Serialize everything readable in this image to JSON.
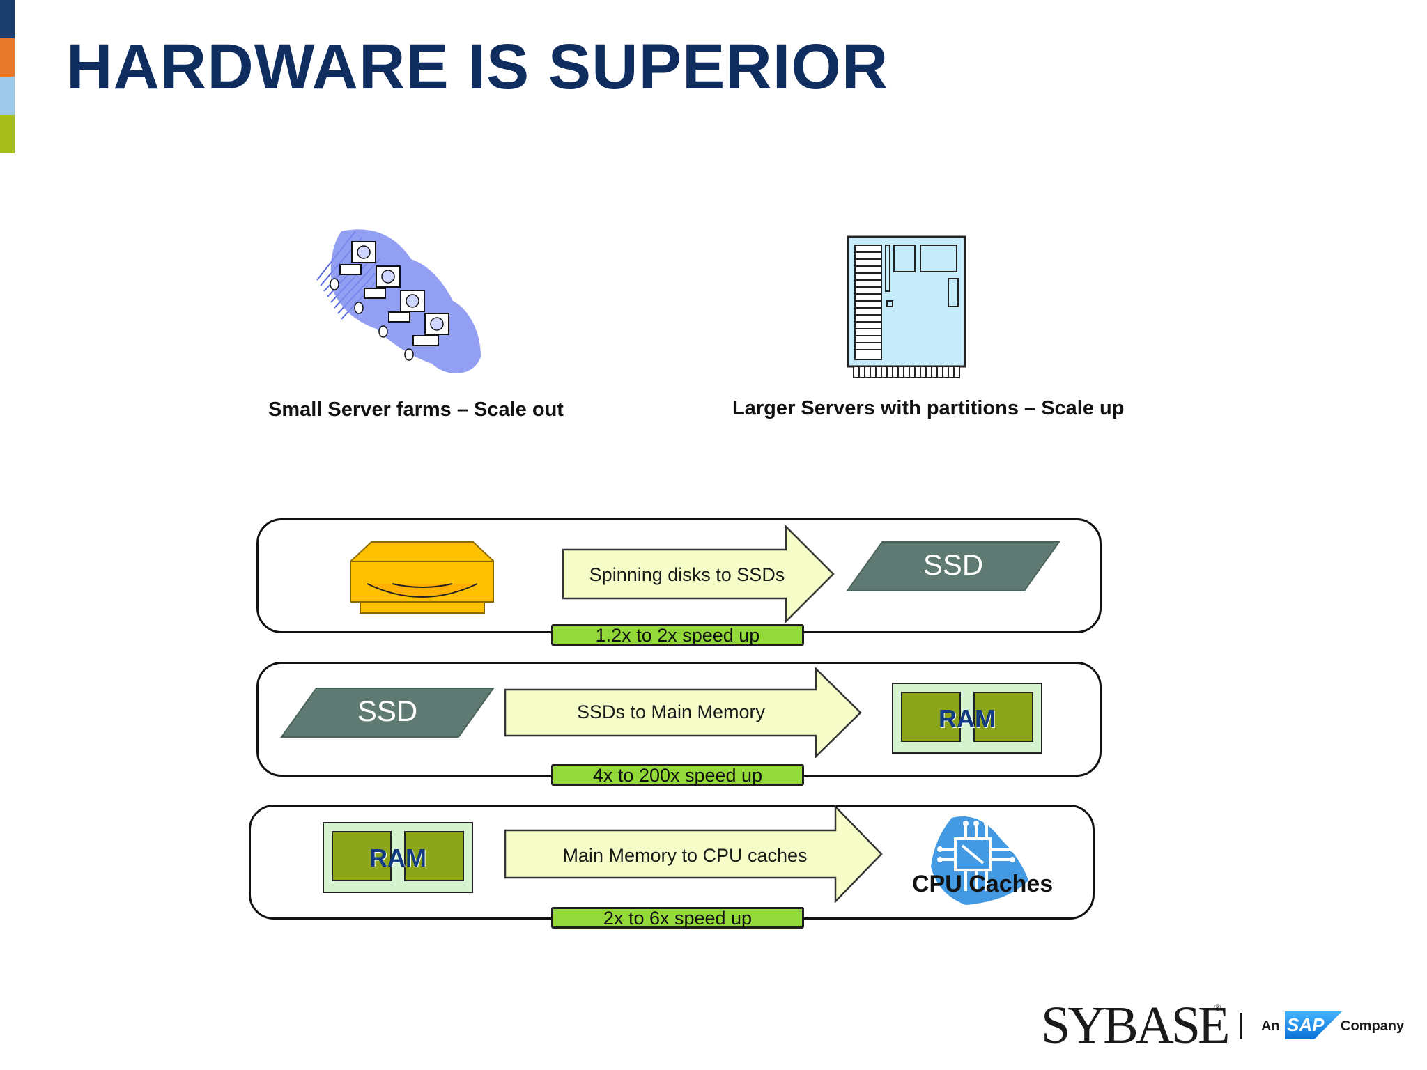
{
  "slide": {
    "title": "HARDWARE IS SUPERIOR",
    "accent_colors": [
      "#1b3d6e",
      "#e8782a",
      "#9fc9e9",
      "#a6be1a"
    ]
  },
  "top_section": {
    "left": {
      "icon": "server-farm-icon",
      "caption": "Small Server farms – Scale out"
    },
    "right": {
      "icon": "large-server-icon",
      "caption": "Larger Servers with partitions – Scale up"
    }
  },
  "transitions": [
    {
      "from": {
        "icon": "hard-disk-icon"
      },
      "arrow_label": "Spinning disks to  SSDs",
      "to": {
        "icon": "ssd-icon",
        "label": "SSD"
      },
      "speedup": "1.2x to 2x speed up"
    },
    {
      "from": {
        "icon": "ssd-icon",
        "label": "SSD"
      },
      "arrow_label": "SSDs to Main Memory",
      "to": {
        "icon": "ram-icon",
        "label": "RAM"
      },
      "speedup": "4x to 200x speed up"
    },
    {
      "from": {
        "icon": "ram-icon",
        "label": "RAM"
      },
      "arrow_label": "Main Memory to CPU caches",
      "to": {
        "icon": "cpu-chip-icon",
        "label": "CPU Caches"
      },
      "speedup": "2x to 6x speed up"
    }
  ],
  "colors": {
    "title": "#0f2d5e",
    "speed_badge": "#93d93a",
    "arrow_fill": "#f7fdc9",
    "ssd_fill": "#5e7a72",
    "disk_fill": "#ffc000",
    "ram_chip": "#8ca51a",
    "ram_board": "#d6f3d0"
  },
  "footer": {
    "brand": "SYBASE",
    "registered": "®",
    "separator": "|",
    "an": "An",
    "sap": "SAP",
    "company": "Company"
  }
}
